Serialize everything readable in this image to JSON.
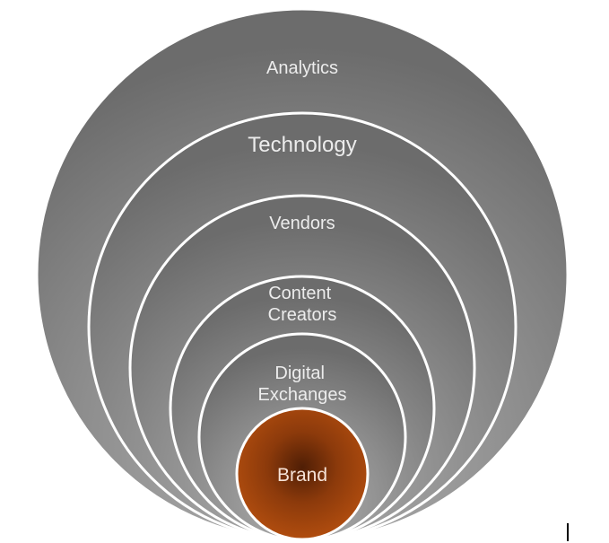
{
  "rings": [
    {
      "lines": [
        "Analytics"
      ]
    },
    {
      "lines": [
        "Technology"
      ]
    },
    {
      "lines": [
        "Vendors"
      ]
    },
    {
      "lines": [
        "Content",
        "Creators"
      ]
    },
    {
      "lines": [
        "Digital",
        "Exchanges"
      ]
    }
  ],
  "core": {
    "lines": [
      "Brand"
    ]
  },
  "colors": {
    "ring_fill": "#8a8a8a",
    "ring_stroke": "#ffffff",
    "core_fill": "#a9480f",
    "label_text": "#ececec"
  }
}
